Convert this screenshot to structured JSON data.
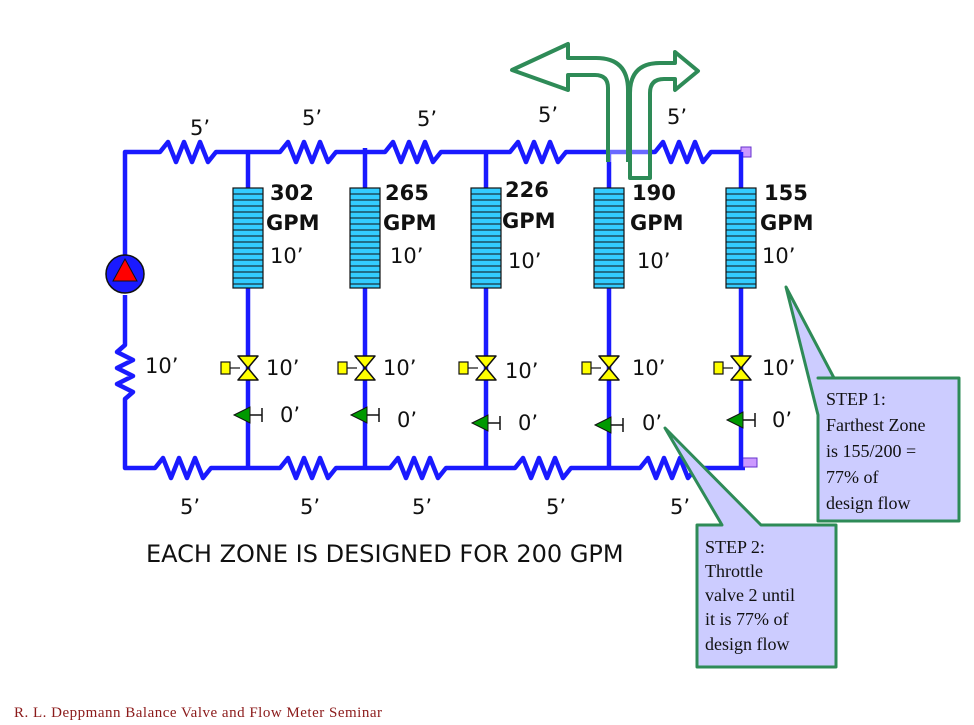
{
  "pump_head": "10’",
  "top_segments": [
    "5’",
    "5’",
    "5’",
    "5’",
    "5’"
  ],
  "bottom_segments": [
    "5’",
    "5’",
    "5’",
    "5’",
    "5’"
  ],
  "zones": [
    {
      "flow": "302",
      "unit": "GPM",
      "coil_head": "10’",
      "valve_head": "10’",
      "check_head": "0’"
    },
    {
      "flow": "265",
      "unit": "GPM",
      "coil_head": "10’",
      "valve_head": "10’",
      "check_head": "0’"
    },
    {
      "flow": "226",
      "unit": "GPM",
      "coil_head": "10’",
      "valve_head": "10’",
      "check_head": "0’"
    },
    {
      "flow": "190",
      "unit": "GPM",
      "coil_head": "10’",
      "valve_head": "10’",
      "check_head": "0’"
    },
    {
      "flow": "155",
      "unit": "GPM",
      "coil_head": "10’",
      "valve_head": "10’",
      "check_head": "0’"
    }
  ],
  "caption": "EACH ZONE IS DESIGNED FOR 200 GPM",
  "step1": [
    "STEP 1:",
    "Farthest Zone",
    "is 155/200 =",
    "77% of",
    "design flow"
  ],
  "step2": [
    "STEP 2:",
    "Throttle",
    "valve 2 until",
    "it is 77% of",
    "design flow"
  ],
  "footer": "R. L. Deppmann Balance Valve and Flow Meter Seminar",
  "colors": {
    "pipe": "#1a1aff",
    "coil_fill": "#33ccff",
    "callout_fill": "#ccccff",
    "callout_border": "#2e8b57",
    "arrow_border": "#2e8b57",
    "pump_red": "#ff0000",
    "valve_yellow": "#ffff00",
    "check_green": "#009900",
    "footer_text": "#8b1a1a"
  }
}
